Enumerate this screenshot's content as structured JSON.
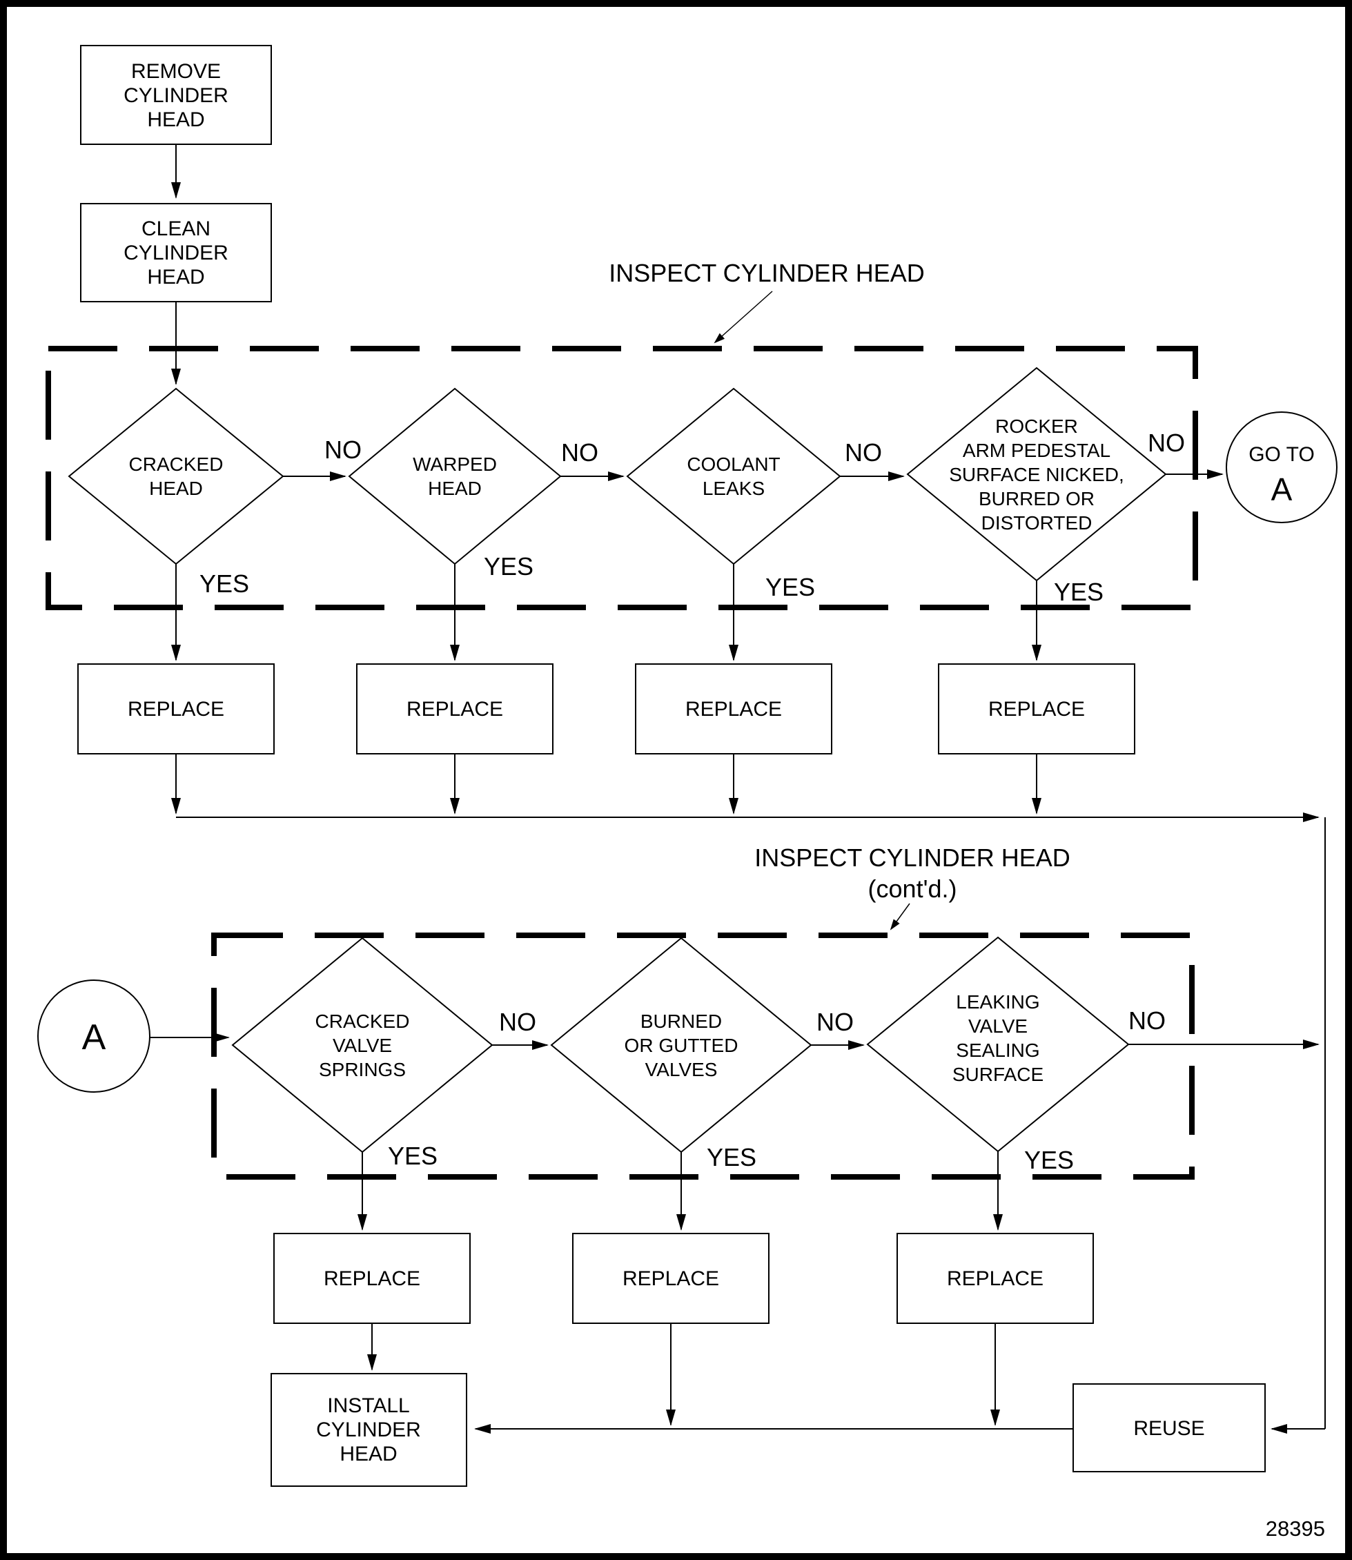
{
  "figure_number": "28395",
  "colors": {
    "line": "#000000",
    "background": "#ffffff"
  },
  "labels": {
    "inspect": "INSPECT CYLINDER HEAD",
    "inspect_contd_line1": "INSPECT CYLINDER HEAD",
    "inspect_contd_line2": "(cont'd.)",
    "yes": "YES",
    "no": "NO"
  },
  "nodes": {
    "remove": [
      "REMOVE",
      "CYLINDER",
      "HEAD"
    ],
    "clean": [
      "CLEAN",
      "CYLINDER",
      "HEAD"
    ],
    "cracked_head": [
      "CRACKED",
      "HEAD"
    ],
    "warped_head": [
      "WARPED",
      "HEAD"
    ],
    "coolant_leaks": [
      "COOLANT",
      "LEAKS"
    ],
    "rocker_arm": [
      "ROCKER",
      "ARM PEDESTAL",
      "SURFACE NICKED,",
      "BURRED OR",
      "DISTORTED"
    ],
    "goto_a": [
      "GO TO",
      "A"
    ],
    "connector_a": "A",
    "cracked_valve_springs": [
      "CRACKED",
      "VALVE",
      "SPRINGS"
    ],
    "burned_gutted_valves": [
      "BURNED",
      "OR GUTTED",
      "VALVES"
    ],
    "leaking_valve": [
      "LEAKING",
      "VALVE",
      "SEALING",
      "SURFACE"
    ],
    "replace": "REPLACE",
    "reuse": "REUSE",
    "install": [
      "INSTALL",
      "CYLINDER",
      "HEAD"
    ]
  }
}
